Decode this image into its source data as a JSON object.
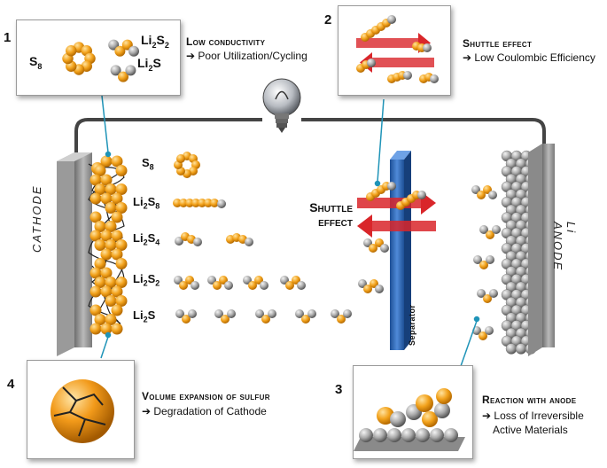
{
  "panels": {
    "p1": {
      "number": "1",
      "title": "Low conductivity",
      "detail": "➔ Poor Utilization/Cycling"
    },
    "p2": {
      "number": "2",
      "title": "Shuttle effect",
      "detail": "➔ Low Coulombic Efficiency"
    },
    "p3": {
      "number": "3",
      "title": "Reaction with anode",
      "detail_line1": "➔ Loss of Irreversible",
      "detail_line2": "Active Materials"
    },
    "p4": {
      "number": "4",
      "title": "Volume expansion of sulfur",
      "detail": "➔ Degradation of Cathode"
    }
  },
  "panel1_labels": {
    "s8": "S",
    "s8_sub": "8",
    "li2s2_a": "Li",
    "li2s2_sub1": "2",
    "li2s2_b": "S",
    "li2s2_sub2": "2",
    "li2s_a": "Li",
    "li2s_sub": "2",
    "li2s_b": "S"
  },
  "species": [
    {
      "base": "S",
      "pre": "",
      "sub1": "",
      "sub2": "8"
    },
    {
      "base": "S",
      "pre": "Li",
      "sub1": "2",
      "sub2": "8"
    },
    {
      "base": "S",
      "pre": "Li",
      "sub1": "2",
      "sub2": "4"
    },
    {
      "base": "S",
      "pre": "Li",
      "sub1": "2",
      "sub2": "2"
    },
    {
      "base": "S",
      "pre": "Li",
      "sub1": "2",
      "sub2": ""
    }
  ],
  "cell": {
    "cathode_label": "CATHODE",
    "anode_label": "Li ANODE",
    "separator_label": "Separator",
    "shuttle_line1": "Shuttle",
    "shuttle_line2": "effect"
  },
  "colors": {
    "sulfur": "#f2a21c",
    "lithium": "#a9a9a9",
    "arrow": "#d9262a",
    "separator": "#2e67b4",
    "wire": "#444444",
    "leader": "#1f94b8"
  }
}
